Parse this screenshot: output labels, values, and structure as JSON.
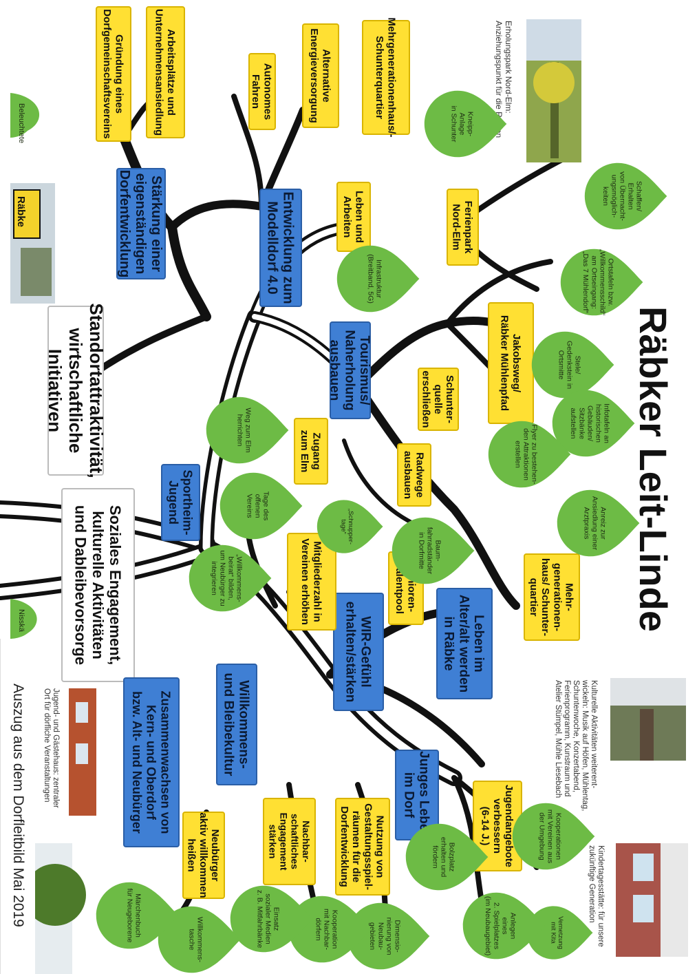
{
  "title": "Räbker Leit-Linde",
  "colors": {
    "leaf": "#6dbb45",
    "yellow": "#ffe033",
    "blue": "#3f7fd4",
    "trunk": "#111111"
  },
  "caption": "Auszug aus dem Dorfleitbild Mai 2019",
  "photos": [
    {
      "id": "erholungspark",
      "caption": "Erholungspark Nord-Elm:\nAnziehungspunkt für die Region"
    },
    {
      "id": "kultur",
      "caption": "Kulturelle Aktivitäten weiterent-\nwickeln: Musik auf Höfen, Mühlentag,\nSchuntenwoche, Konzertabend,\nFerienprogramm, Kunstraum und\nAtelier Stümpel, Mühle Liesebach"
    },
    {
      "id": "kita",
      "caption": "Kindertagesstätte: für unsere\nzukünftige Generation"
    },
    {
      "id": "jugendhaus",
      "caption": "Jugend- und Gästehaus: zentraler\nOrt für dörfliche Veranstaltungen"
    },
    {
      "id": "ortsschild",
      "caption": "Räbke"
    }
  ],
  "edge_labels": [
    "Beleuchtete",
    "Nisskä"
  ],
  "white_boxes": [
    {
      "id": "w1",
      "text": "Standortattraktivität,\nwirtschaftliche\nInitiativen"
    },
    {
      "id": "w2",
      "text": "Soziales Engagement,\nkulturelle Aktivitäten\nund Dableibevorsorge"
    }
  ],
  "blue_boxes": [
    {
      "id": "b1",
      "text": "Stärkung einer\neigenständigen\nDorfentwicklung"
    },
    {
      "id": "b2",
      "text": "Entwicklung zum\nModelldorf 4.0"
    },
    {
      "id": "b3",
      "text": "Tourismus/\nNaherholung\nausbauen"
    },
    {
      "id": "b4",
      "text": "Leben im\nAlter/alt werden\nin Räbke"
    },
    {
      "id": "b5",
      "text": "Junges Leben\nim Dorf"
    },
    {
      "id": "b6",
      "text": "WIR-Gefühl\nerhalten/stärken"
    },
    {
      "id": "b7",
      "text": "Willkommens-\nund Bleibekultur"
    },
    {
      "id": "b8",
      "text": "Zusammenwachsen von\nKern- und Oberdorf\nbzw. Alt- und Neubürger"
    },
    {
      "id": "b9",
      "text": "Sportheim-\nJugend"
    }
  ],
  "yellow_boxes": [
    {
      "id": "y1",
      "text": "Gründung eines\nDorfgemeinschaftsvereins"
    },
    {
      "id": "y2",
      "text": "Arbeitsplätze und\nUnternehmensansiedlung"
    },
    {
      "id": "y3",
      "text": "Autonomes\nFahren"
    },
    {
      "id": "y4",
      "text": "Alternative\nEnergieversorgung"
    },
    {
      "id": "y5",
      "text": "Mehrgenerationenhaus/-\nSchunterquartier"
    },
    {
      "id": "y6",
      "text": "Leben und\nArbeiten"
    },
    {
      "id": "y7",
      "text": "Ferienpark\nNord-Elm"
    },
    {
      "id": "y8",
      "text": "Jakobsweg/\nRäbker Mühlenpfad"
    },
    {
      "id": "y9",
      "text": "Schunter-\nquelle\nerschließen"
    },
    {
      "id": "y10",
      "text": "Zugang\nzum Elm"
    },
    {
      "id": "y11",
      "text": "Radwege\nausbauen"
    },
    {
      "id": "y12",
      "text": "Mitgliederzahl in\nVereinen erhöhen"
    },
    {
      "id": "y13",
      "text": "Senioren-\nTalentpool"
    },
    {
      "id": "y14",
      "text": "Mehr-\ngenerationen-\nhaus/ Schunter-\nquartier"
    },
    {
      "id": "y15",
      "text": "Jugendangebote\nverbessern\n(6-14 J.)"
    },
    {
      "id": "y16",
      "text": "Nutzung von\nGestaltungsspiel-\nräumen für die\nDorfentwicklung"
    },
    {
      "id": "y17",
      "text": "Nachbar-\nschaftliches\nEngagement\nstärken"
    },
    {
      "id": "y18",
      "text": "Neubürger\naktiv willkommen\nheißen"
    }
  ],
  "leaves": [
    {
      "id": "l1",
      "text": "Kneipp-\nAnlage\nin Schunter"
    },
    {
      "id": "l2",
      "text": "Schaffen/\nErhalten\nvon Übernacht-\nungsmöglich-\nkeiten"
    },
    {
      "id": "l3",
      "text": "Ortstafeln bzw.\n„Willkommensschild“\nam Ortseingang:\n„Das 7 Mühlendorf“"
    },
    {
      "id": "l4",
      "text": "Infrastruktur\n(Breitband, 5G)"
    },
    {
      "id": "l5",
      "text": "Stele/\nGedenkstein in\nOrtsmitte"
    },
    {
      "id": "l6",
      "text": "Infotafeln an\nhistorischen\nGebäuden/\nSitzbänke\naufstellen"
    },
    {
      "id": "l7",
      "text": "Flyer zu bestehen-\nden Attraktionen\nerstellen"
    },
    {
      "id": "l8",
      "text": "Weg zum Elm\nherrichten"
    },
    {
      "id": "l9",
      "text": "Anreiz zur\nAnsiedlung einer\nArztpraxis"
    },
    {
      "id": "l10",
      "text": "Tage des\noffenen\nVereins"
    },
    {
      "id": "l11",
      "text": "„Schnupper-\ntage“"
    },
    {
      "id": "l12",
      "text": "Baum-\nfahrradständer\nin Dorfmitte"
    },
    {
      "id": "l13",
      "text": "„Willkommens-\nbeirat“ bilden,\num Neubürger zu\nintegrieren"
    },
    {
      "id": "l14",
      "text": "Kooperationen\nmit Vereinen aus\nder Umgebung"
    },
    {
      "id": "l15",
      "text": "Vernetzung\nmit Kita"
    },
    {
      "id": "l16",
      "text": "Bolzplatz\nerhalten und\nfördern"
    },
    {
      "id": "l17",
      "text": "Anlegen\neines\n2. Spielplatzes\n(im Neubaugebiet)"
    },
    {
      "id": "l18",
      "text": "Dimensio-\nnierung von\nNeubau-\ngebieten"
    },
    {
      "id": "l19",
      "text": "Kooperation\nmit Nachbar-\ndörfern"
    },
    {
      "id": "l20",
      "text": "Einsatz\nsozialer Medien\nz. B. Mitfahrbänke"
    },
    {
      "id": "l21",
      "text": "Willkommens-\ntasche"
    },
    {
      "id": "l22",
      "text": "Märchenbuch\nfür Neugeborene"
    }
  ]
}
